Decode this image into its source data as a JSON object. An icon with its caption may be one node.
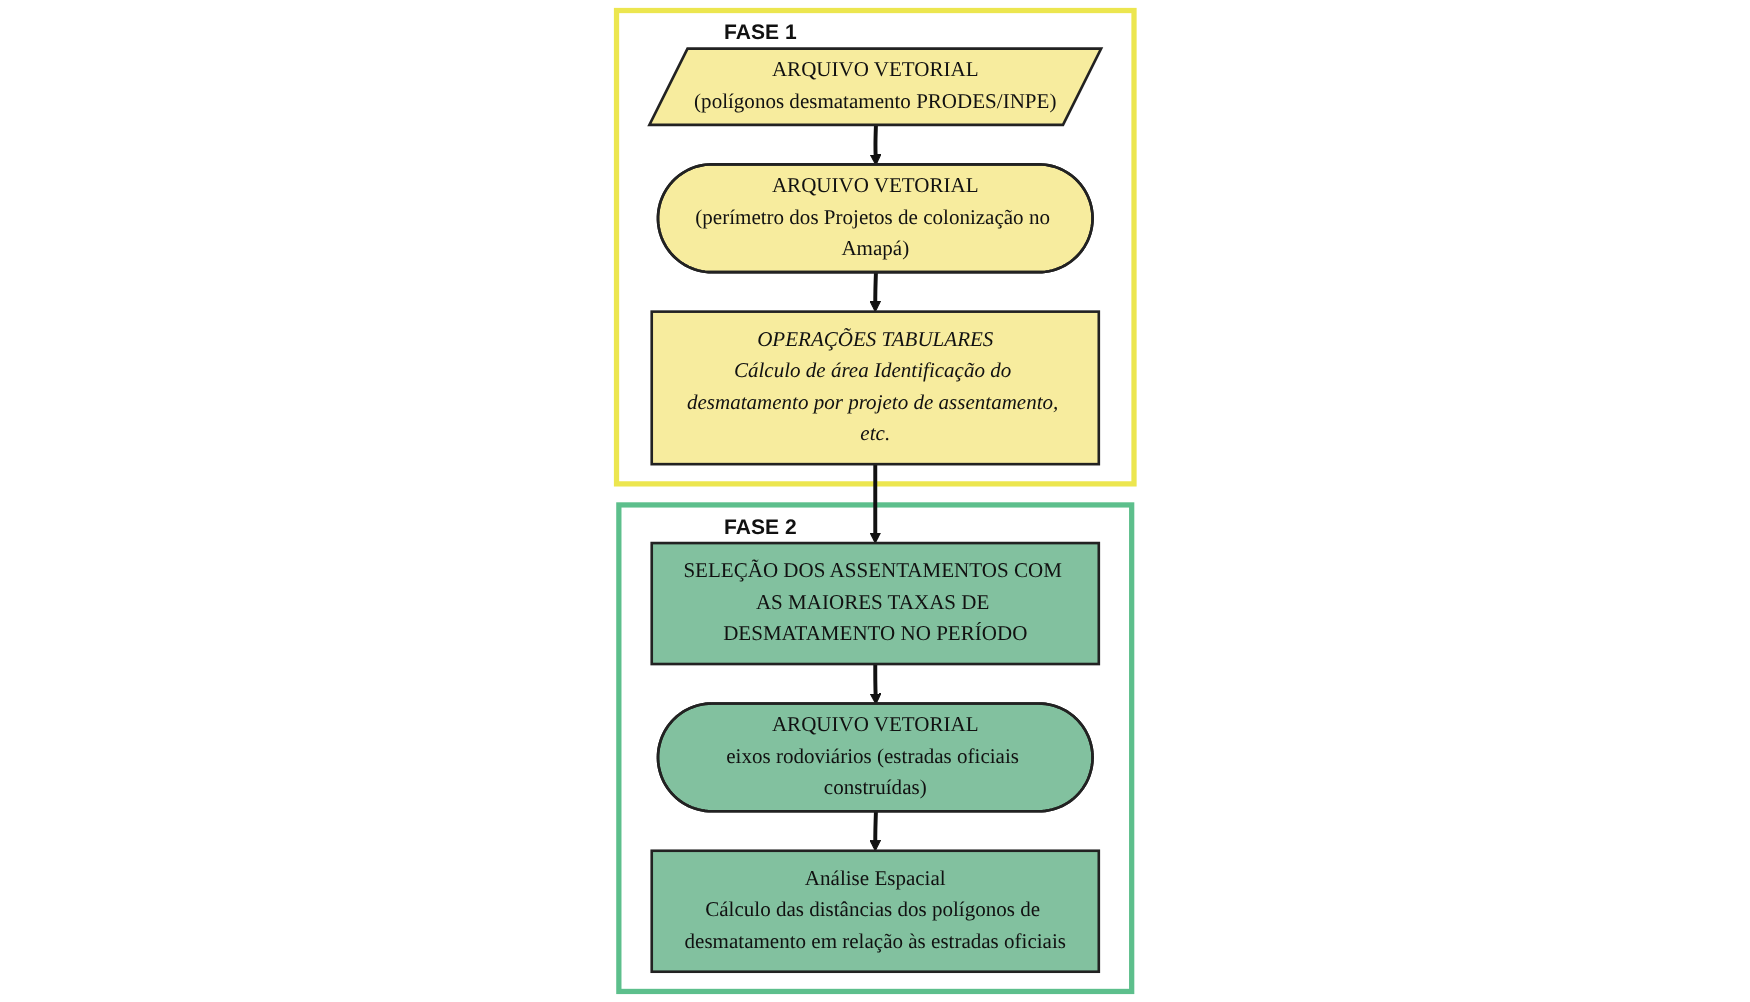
{
  "diagram": {
    "nodes": [
      {
        "text": [
          "FASE 1"
        ]
      },
      {
        "text": [
          "ARQUIVO VETORIAL",
          "(polígonos desmatamento PRODES/INPE)"
        ],
        "in": 0
      },
      {
        "text": [
          "ARQUIVO VETORIAL",
          "(perímetro dos Projetos de colonização no Amapá)"
        ],
        "in": 0
      },
      {
        "text": [
          "OPERAÇÕES TABULARES",
          "Cálculo de área Identificação do desmatamento por projeto de assentamento, etc."
        ],
        "in": 0
      },
      {
        "text": [
          "FASE 2"
        ]
      },
      {
        "text": [
          "SELEÇÃO DOS ASSENTAMENTOS COM AS MAIORES TAXAS DE DESMATAMENTO NO PERÍODO"
        ],
        "in": 4
      },
      {
        "text": [
          "ARQUIVO VETORIAL",
          "eixos rodoviários (estradas oficiais construídas)"
        ],
        "in": 4
      },
      {
        "text": [
          "Análise Espacial",
          "Cálculo das distâncias dos polígonos de desmatamento em relação às estradas oficiais"
        ],
        "in": 4
      }
    ],
    "edges": [
      {
        "from": 1,
        "to": 2,
        "arrow": "to"
      },
      {
        "from": 2,
        "to": 3,
        "arrow": "to"
      },
      {
        "from": 3,
        "to": 5,
        "arrow": "to"
      },
      {
        "from": 5,
        "to": 6,
        "arrow": "to"
      },
      {
        "from": 6,
        "to": 7,
        "arrow": "to"
      }
    ]
  }
}
